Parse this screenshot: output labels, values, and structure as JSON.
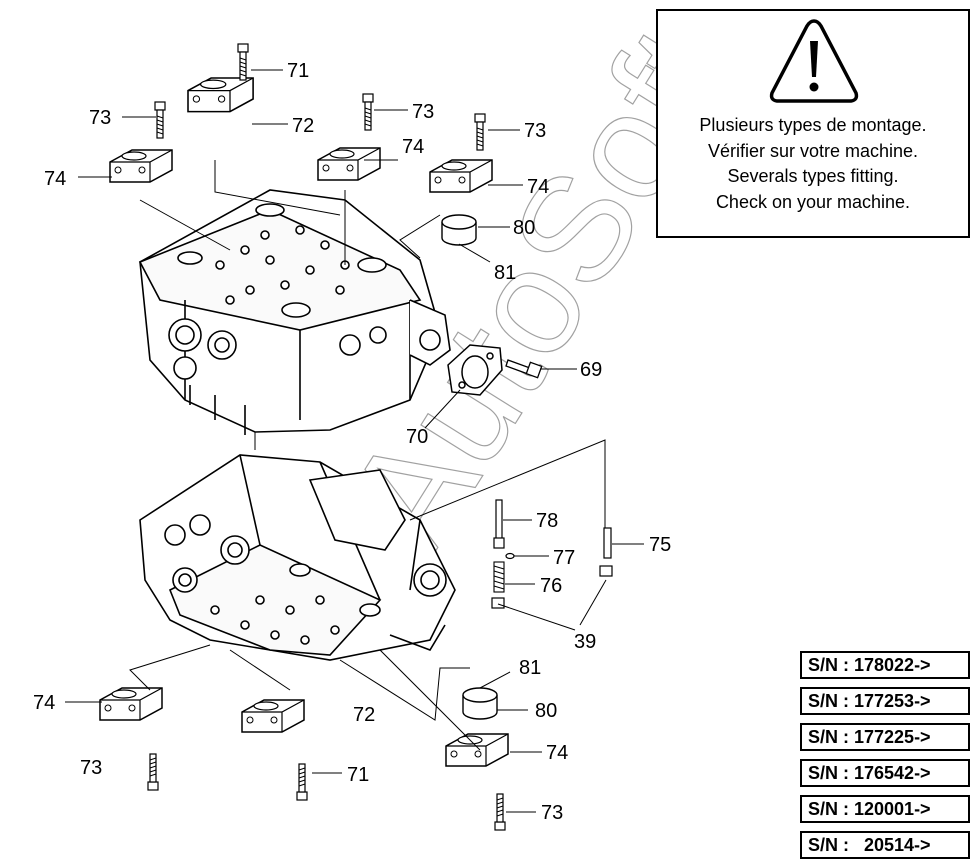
{
  "warning": {
    "icon": "warning-triangle-icon",
    "lines": [
      "Plusieurs types de montage.",
      "Vérifier sur votre machine.",
      "Severals types fitting.",
      "Check on your machine."
    ]
  },
  "serial_numbers": [
    "S/N : 178022->",
    "S/N : 177253->",
    "S/N : 177225->",
    "S/N : 176542->",
    "S/N : 120001->",
    "S/N :   20514->"
  ],
  "watermark": "AutoSoft",
  "callouts": {
    "c71_top": "71",
    "c72_top": "72",
    "c73_left": "73",
    "c74_left": "74",
    "c73_mid": "73",
    "c74_mid": "74",
    "c73_right": "73",
    "c74_right": "74",
    "c80_top": "80",
    "c81_top": "81",
    "c69": "69",
    "c70": "70",
    "c78": "78",
    "c77": "77",
    "c76": "76",
    "c75": "75",
    "c39": "39",
    "c81_bottom": "81",
    "c80_bottom": "80",
    "c74_bottom_left": "74",
    "c72_bottom": "72",
    "c73_bottom_left": "73",
    "c71_bottom": "71",
    "c74_bottom_right": "74",
    "c73_bottom_right": "73"
  }
}
